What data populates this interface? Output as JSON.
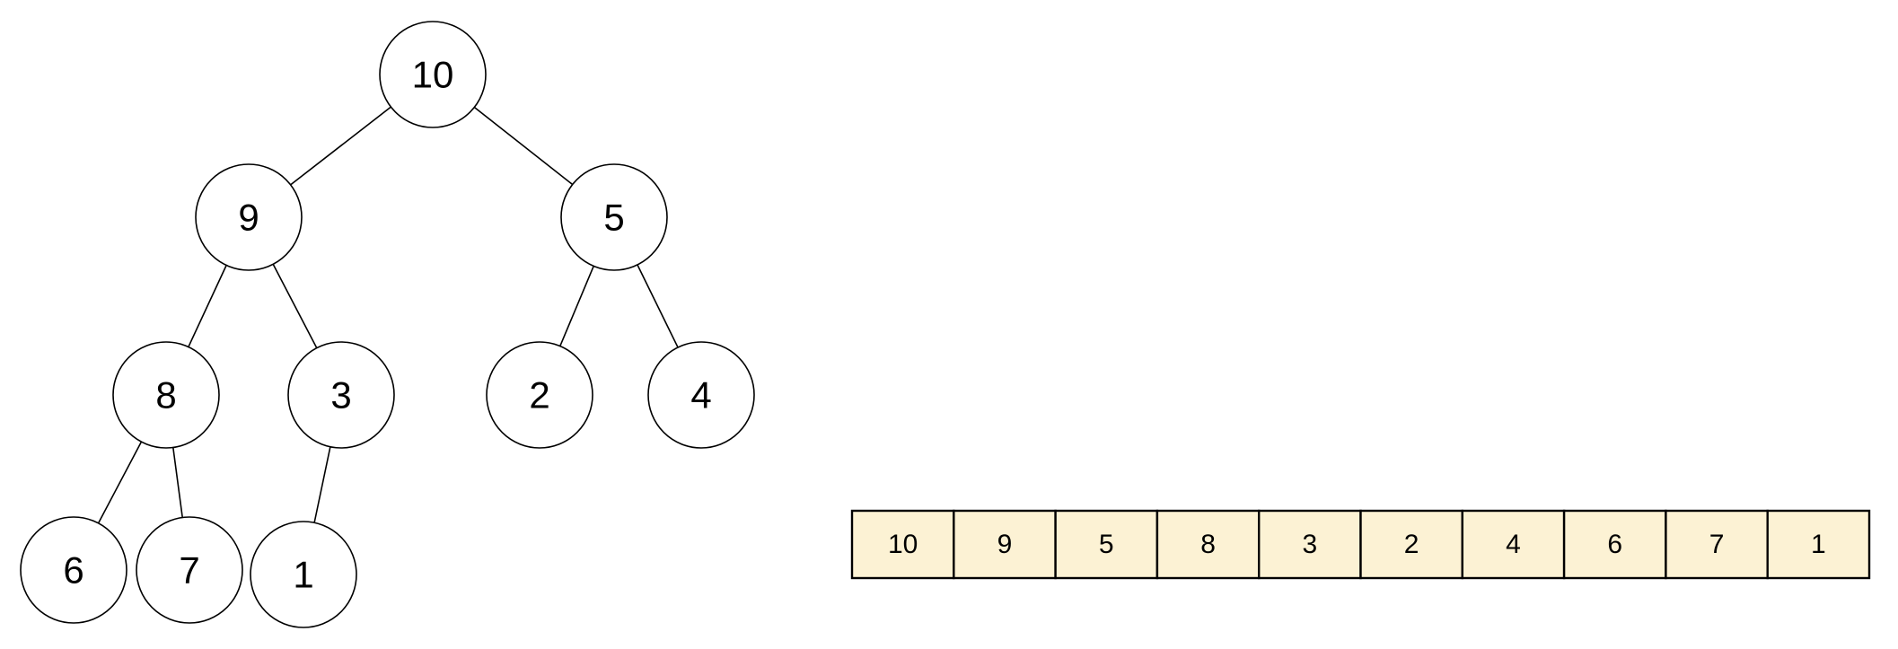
{
  "diagram": {
    "colors": {
      "node_fill": "#ffffff",
      "stroke": "#000000",
      "array_cell_fill": "#fcf2d4"
    },
    "tree": {
      "nodes": [
        {
          "id": "n0",
          "label": "10"
        },
        {
          "id": "n1",
          "label": "9"
        },
        {
          "id": "n2",
          "label": "5"
        },
        {
          "id": "n3",
          "label": "8"
        },
        {
          "id": "n4",
          "label": "3"
        },
        {
          "id": "n5",
          "label": "2"
        },
        {
          "id": "n6",
          "label": "4"
        },
        {
          "id": "n7",
          "label": "6"
        },
        {
          "id": "n8",
          "label": "7"
        },
        {
          "id": "n9",
          "label": "1"
        }
      ],
      "edges": [
        {
          "from": "n0",
          "to": "n1"
        },
        {
          "from": "n0",
          "to": "n2"
        },
        {
          "from": "n1",
          "to": "n3"
        },
        {
          "from": "n1",
          "to": "n4"
        },
        {
          "from": "n2",
          "to": "n5"
        },
        {
          "from": "n2",
          "to": "n6"
        },
        {
          "from": "n3",
          "to": "n7"
        },
        {
          "from": "n3",
          "to": "n8"
        },
        {
          "from": "n4",
          "to": "n9"
        }
      ]
    },
    "array": {
      "cells": [
        "10",
        "9",
        "5",
        "8",
        "3",
        "2",
        "4",
        "6",
        "7",
        "1"
      ]
    }
  }
}
